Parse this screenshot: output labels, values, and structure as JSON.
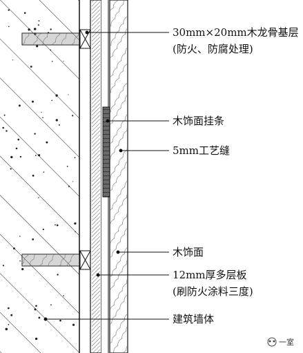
{
  "diagram": {
    "callouts": {
      "keel_line1": "30mm×20mm木龙骨基层",
      "keel_line2": "(防火、防腐处理)",
      "hanging_strip": "木饰面挂条",
      "craft_gap": "5mm工艺缝",
      "veneer": "木饰面",
      "plywood_line1": "12mm厚多层板",
      "plywood_line2": "(刷防火涂料三度)",
      "wall": "建筑墙体"
    },
    "watermark": "一室"
  }
}
